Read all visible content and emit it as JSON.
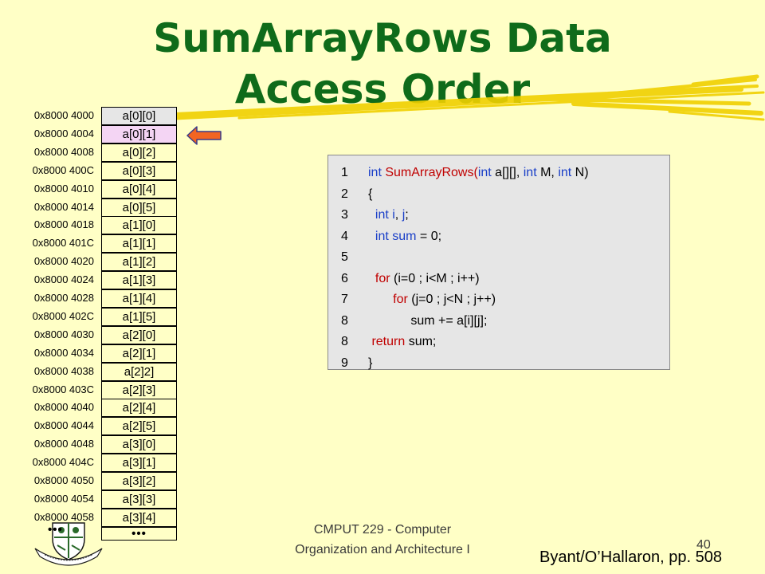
{
  "slide": {
    "title_line1": "SumArrayRows Data",
    "title_line2": "Access Order",
    "footer_line1": "CMPUT 229 - Computer",
    "footer_line2": "Organization and Architecture I",
    "page_number": "40",
    "citation": "Byant/O’Hallaron, pp. 508"
  },
  "memory": {
    "rows": [
      {
        "address": "0x8000 4000",
        "label": "a[0][0]",
        "state": "accessed"
      },
      {
        "address": "0x8000 4004",
        "label": "a[0][1]",
        "state": "current"
      },
      {
        "address": "0x8000 4008",
        "label": "a[0][2]",
        "state": ""
      },
      {
        "address": "0x8000 400C",
        "label": "a[0][3]",
        "state": ""
      },
      {
        "address": "0x8000 4010",
        "label": "a[0][4]",
        "state": ""
      },
      {
        "address": "0x8000 4014",
        "label": "a[0][5]",
        "state": ""
      },
      {
        "address": "0x8000 4018",
        "label": "a[1][0]",
        "state": ""
      },
      {
        "address": "0x8000 401C",
        "label": "a[1][1]",
        "state": ""
      },
      {
        "address": "0x8000 4020",
        "label": "a[1][2]",
        "state": ""
      },
      {
        "address": "0x8000 4024",
        "label": "a[1][3]",
        "state": ""
      },
      {
        "address": "0x8000 4028",
        "label": "a[1][4]",
        "state": ""
      },
      {
        "address": "0x8000 402C",
        "label": "a[1][5]",
        "state": ""
      },
      {
        "address": "0x8000 4030",
        "label": "a[2][0]",
        "state": ""
      },
      {
        "address": "0x8000 4034",
        "label": "a[2][1]",
        "state": ""
      },
      {
        "address": "0x8000 4038",
        "label": "a[2]2]",
        "state": ""
      },
      {
        "address": "0x8000 403C",
        "label": "a[2][3]",
        "state": ""
      },
      {
        "address": "0x8000 4040",
        "label": "a[2][4]",
        "state": ""
      },
      {
        "address": "0x8000 4044",
        "label": "a[2][5]",
        "state": ""
      },
      {
        "address": "0x8000 4048",
        "label": "a[3][0]",
        "state": ""
      },
      {
        "address": "0x8000 404C",
        "label": "a[3][1]",
        "state": ""
      },
      {
        "address": "0x8000 4050",
        "label": "a[3][2]",
        "state": ""
      },
      {
        "address": "0x8000 4054",
        "label": "a[3][3]",
        "state": ""
      },
      {
        "address": "0x8000 4058",
        "label": "a[3][4]",
        "state": ""
      }
    ],
    "left_ellipsis": "•••",
    "cell_ellipsis": "•••"
  },
  "code": {
    "lines": [
      {
        "num": "1",
        "parts": [
          {
            "t": "int",
            "c": "kw"
          },
          {
            "t": " SumArrayRows(",
            "c": "k2"
          },
          {
            "t": "int",
            "c": "kw"
          },
          {
            "t": " a[][], ",
            "c": ""
          },
          {
            "t": "int",
            "c": "kw"
          },
          {
            "t": " M, ",
            "c": ""
          },
          {
            "t": "int",
            "c": "kw"
          },
          {
            "t": " N)",
            "c": ""
          }
        ]
      },
      {
        "num": "2",
        "parts": [
          {
            "t": "{",
            "c": ""
          }
        ]
      },
      {
        "num": "3",
        "parts": [
          {
            "t": "  int",
            "c": "kw"
          },
          {
            "t": " i",
            "c": "kw"
          },
          {
            "t": ", ",
            "c": ""
          },
          {
            "t": "j",
            "c": "kw"
          },
          {
            "t": ";",
            "c": ""
          }
        ]
      },
      {
        "num": "4",
        "parts": [
          {
            "t": "  int",
            "c": "kw"
          },
          {
            "t": " sum",
            "c": "kw"
          },
          {
            "t": " = 0;",
            "c": ""
          }
        ]
      },
      {
        "num": "5",
        "parts": []
      },
      {
        "num": "6",
        "parts": [
          {
            "t": "  for",
            "c": "k2"
          },
          {
            "t": " (i=0 ; i<M ; i++)",
            "c": ""
          }
        ]
      },
      {
        "num": "7",
        "parts": [
          {
            "t": "       for",
            "c": "k2"
          },
          {
            "t": " (j=0 ; j<N ; j++)",
            "c": ""
          }
        ]
      },
      {
        "num": "8",
        "parts": [
          {
            "t": "            sum += a[i][j];",
            "c": ""
          }
        ]
      },
      {
        "num": "8",
        "parts": [
          {
            "t": " return",
            "c": "k2"
          },
          {
            "t": " sum;",
            "c": ""
          }
        ]
      },
      {
        "num": "9",
        "parts": [
          {
            "t": "}",
            "c": ""
          }
        ]
      }
    ]
  },
  "colors": {
    "background": "#ffffc6",
    "title": "#0f6b1a",
    "highlight_stroke": "#f0d000",
    "arrow": "#f26522",
    "current_cell": "#f4d5f4",
    "accessed_cell": "#e6e6e6"
  },
  "icons": {
    "arrow": "left-arrow-icon",
    "logo": "university-crest-icon"
  }
}
